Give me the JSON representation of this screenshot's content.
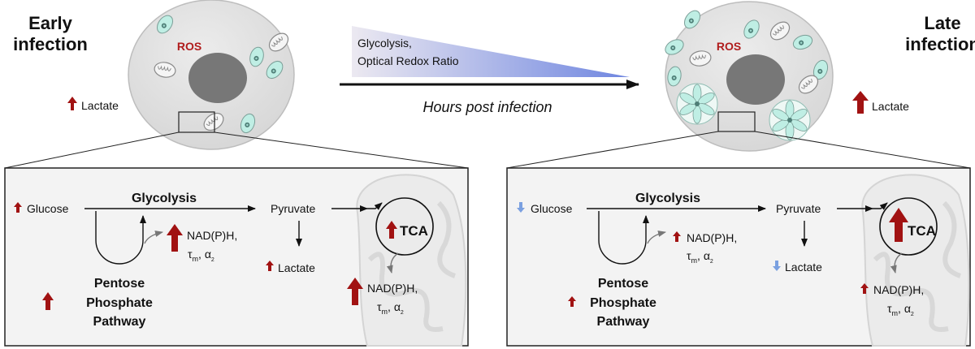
{
  "left": {
    "title_line1": "Early",
    "title_line2": "infection",
    "cell_ros": "ROS",
    "cell_lactate": "Lactate",
    "panel": {
      "glucose": "Glucose",
      "glycolysis": "Glycolysis",
      "pyruvate": "Pyruvate",
      "lactate": "Lactate",
      "tca": "TCA",
      "nadph_cyto": "NAD(P)H,",
      "nadph_mito": "NAD(P)H,",
      "tau": "τ",
      "tau_sub": "m",
      "alpha": "α",
      "alpha_sub": "2",
      "pentose_line1": "Pentose",
      "pentose_line2": "Phosphate",
      "pentose_line3": "Pathway"
    }
  },
  "center": {
    "gradient_line1": "Glycolysis,",
    "gradient_line2": "Optical Redox Ratio",
    "time_label": "Hours post infection"
  },
  "right": {
    "title_line1": "Late",
    "title_line2": "infection",
    "cell_ros": "ROS",
    "cell_lactate": "Lactate",
    "panel": {
      "glucose": "Glucose",
      "glycolysis": "Glycolysis",
      "pyruvate": "Pyruvate",
      "lactate": "Lactate",
      "tca": "TCA",
      "nadph_cyto": "NAD(P)H,",
      "nadph_mito": "NAD(P)H,",
      "tau": "τ",
      "tau_sub": "m",
      "alpha": "α",
      "alpha_sub": "2",
      "pentose_line1": "Pentose",
      "pentose_line2": "Phosphate",
      "pentose_line3": "Pathway"
    }
  },
  "colors": {
    "up_arrow": "#a11212",
    "down_arrow": "#7aa0e0",
    "ros": "#b01c1c",
    "cell_fill": "#e2e2e2",
    "nucleus": "#777777",
    "parasite": "#bfeee4",
    "panel_fill": "#f3f3f3",
    "gradient_end": "#6f86e0"
  }
}
